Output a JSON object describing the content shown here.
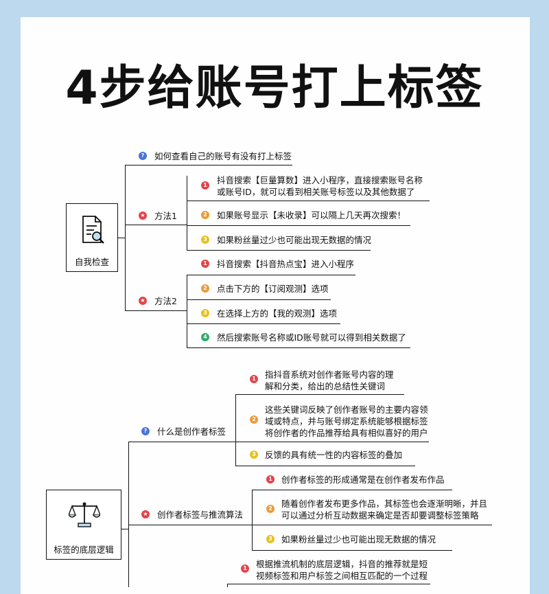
{
  "title": "4步给账号打上标签",
  "section1": {
    "box_label": "自我检查",
    "question": "如何查看自己的账号有没有打上标签",
    "method1": {
      "label": "方法1",
      "items": [
        [
          "抖音搜索【巨量算数】进入小程序，直接搜索账号名称",
          "或账号ID，就可以看到相关账号标签以及其他数据了"
        ],
        [
          "如果账号显示【未收录】可以隔上几天再次搜索！"
        ],
        [
          "如果粉丝量过少也可能出现无数据的情况"
        ]
      ]
    },
    "method2": {
      "label": "方法2",
      "items": [
        [
          "抖音搜索【抖音热点宝】进入小程序"
        ],
        [
          "点击下方的【订阅观测】选项"
        ],
        [
          "在选择上方的【我的观测】选项"
        ],
        [
          "然后搜索账号名称或ID账号就可以得到相关数据了"
        ]
      ]
    }
  },
  "section2": {
    "box_label": "标签的底层逻辑",
    "branch1": {
      "label": "什么是创作者标签",
      "items": [
        [
          "指抖音系统对创作者账号内容的理",
          "解和分类，给出的总结性关键词"
        ],
        [
          "这些关键词反映了创作者账号的主要内容领",
          "域或特点，并与账号绑定系统能够根据标签",
          "将创作者的作品推荐给具有相似喜好的用户"
        ],
        [
          "反馈的具有统一性的内容标签的叠加"
        ]
      ]
    },
    "branch2": {
      "label": "创作者标签与推流算法",
      "items": [
        [
          "创作者标签的形成通常是在创作者发布作品"
        ],
        [
          "随着创作者发布更多作品，其标签也会逐渐明晰，并且",
          "可以通过分析互动数据来确定是否却要调整标签策略"
        ],
        [
          "如果粉丝量过少也可能出现无数据的情况"
        ]
      ]
    },
    "branch3": {
      "items": [
        [
          "根据推流机制的底层逻辑，抖音的推荐就是短",
          "视频标签和用户标签之间相互匹配的一个过程"
        ]
      ]
    }
  },
  "bullets": {
    "question": "?",
    "star": "★",
    "n1": "1",
    "n2": "2",
    "n3": "3",
    "n4": "4"
  },
  "icons": [
    "document-search-icon",
    "balance-scale-icon"
  ]
}
